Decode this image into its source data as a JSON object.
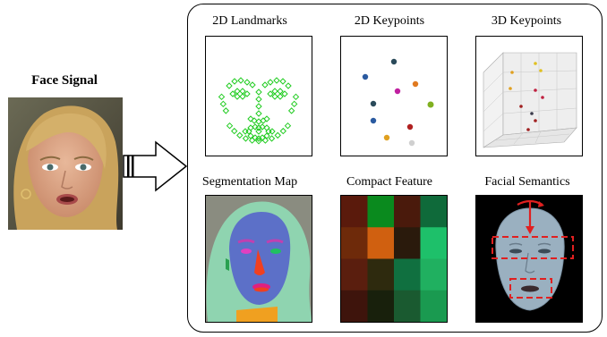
{
  "left": {
    "title": "Face Signal",
    "photo": "face-photo"
  },
  "panels": [
    {
      "id": "landmarks",
      "title": "2D Landmarks"
    },
    {
      "id": "keypoints2d",
      "title": "2D Keypoints"
    },
    {
      "id": "keypoints3d",
      "title": "3D Keypoints"
    },
    {
      "id": "segmentation",
      "title": "Segmentation Map"
    },
    {
      "id": "compact",
      "title": "Compact Feature"
    },
    {
      "id": "semantics",
      "title": "Facial Semantics"
    }
  ],
  "colors": {
    "landmark": "#22cc22",
    "grid": [
      "#5a1a0c",
      "#0a8a1e",
      "#4a1a0c",
      "#0f6a3a",
      "#6e2a0a",
      "#d06010",
      "#2a1a0c",
      "#1ec06a",
      "#5a1e0e",
      "#2e2a0e",
      "#107040",
      "#20b060",
      "#3e140c",
      "#18200c",
      "#1a5a30",
      "#1a9a50"
    ]
  }
}
